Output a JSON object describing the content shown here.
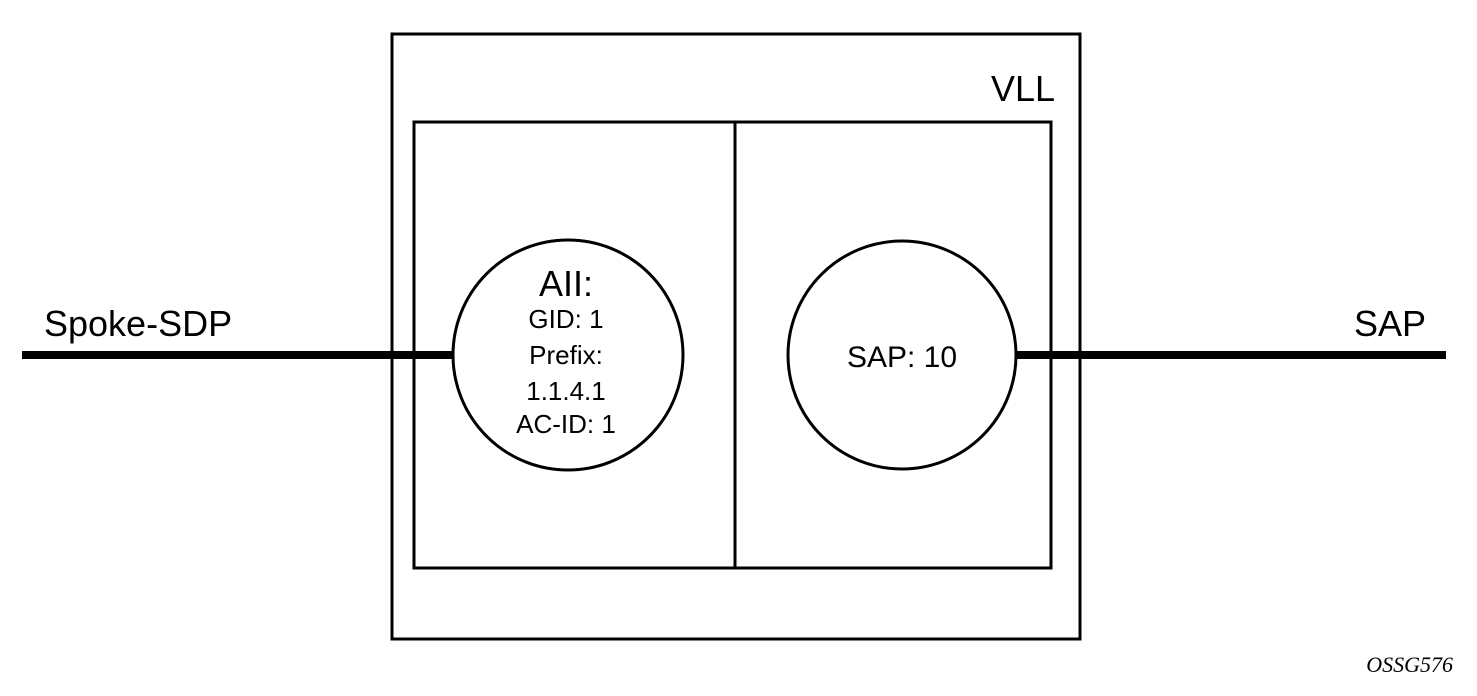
{
  "diagram": {
    "container_label": "VLL",
    "left_endpoint_label": "Spoke-SDP",
    "right_endpoint_label": "SAP",
    "aii": {
      "title": "AII:",
      "lines": [
        "GID: 1",
        "Prefix:",
        "1.1.4.1",
        "AC-ID: 1"
      ]
    },
    "sap": {
      "label": "SAP: 10"
    },
    "figure_id": "OSSG576"
  },
  "colors": {
    "stroke": "#000000",
    "background": "#ffffff"
  }
}
